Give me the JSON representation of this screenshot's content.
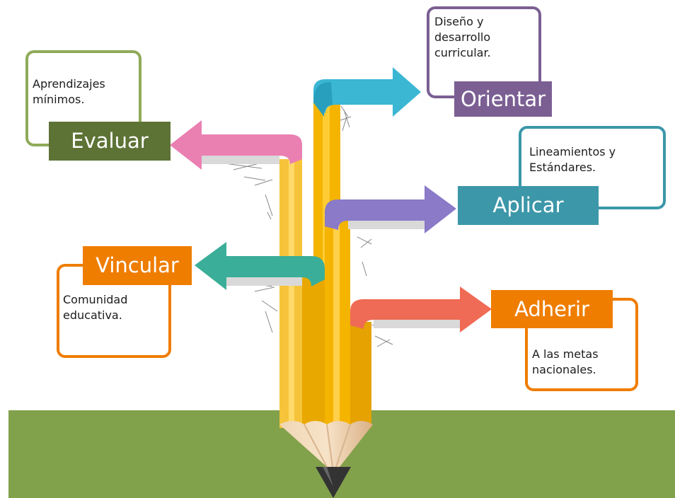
{
  "steps": [
    {
      "label": "Orientar",
      "text": "Diseño y desarrollo curricular.",
      "color": "#7b5f93",
      "arrow_color": "#3bb6d3"
    },
    {
      "label": "Evaluar",
      "text": "Aprendizajes mínimos.",
      "color": "#5d7336",
      "border_color": "#8fab59",
      "arrow_color": "#ea7fb2"
    },
    {
      "label": "Aplicar",
      "text": "Lineamientos y Estándares.",
      "color": "#3c97a9",
      "arrow_color": "#8a7ac8"
    },
    {
      "label": "Vincular",
      "text": "Comunidad educativa.",
      "color": "#ef7d00",
      "arrow_color": "#3aae98"
    },
    {
      "label": "Adherir",
      "text": "A las metas nacionales.",
      "color": "#ef7d00",
      "arrow_color": "#ef6b55"
    }
  ],
  "colors": {
    "ground": "#82a14b",
    "pencil_body": "#f4b400",
    "pencil_tip": "#e9c8a4"
  }
}
